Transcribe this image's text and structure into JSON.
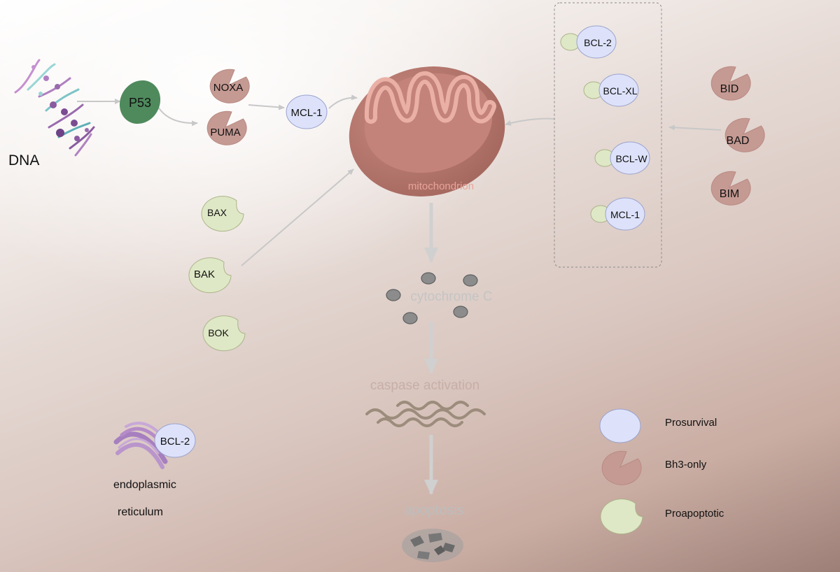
{
  "labels": {
    "dna": "DNA",
    "p53": "P53",
    "noxa": "NOXA",
    "puma": "PUMA",
    "mcl1_left": "MCL-1",
    "mitochondrion": "mitochondrion",
    "bax": "BAX",
    "bak": "BAK",
    "bok": "BOK",
    "cytochrome_c": "cytochrome C",
    "caspase_activation": "caspase activation",
    "apoptosis": "apoptosis",
    "er_bcl2": "BCL-2",
    "er_line1": "endoplasmic",
    "er_line2": "reticulum",
    "complex_bcl2": "BCL-2",
    "complex_bclxl": "BCL-XL",
    "complex_bclw": "BCL-W",
    "complex_mcl1": "MCL-1",
    "bid": "BID",
    "bad": "BAD",
    "bim": "BIM"
  },
  "legend": [
    {
      "label": "Prosurvival",
      "shape": "prosurvival-oval"
    },
    {
      "label": "Bh3-only",
      "shape": "bh3-pacman"
    },
    {
      "label": "Proapoptotic",
      "shape": "proapoptotic-crescent"
    }
  ],
  "colors": {
    "prosurvival_fill": "#dde2fa",
    "bh3_fill": "#c59a93",
    "proapoptotic_fill": "#dfe8c6",
    "p53_fill": "#4f8a5c",
    "mito_outer": "#b97b70",
    "mito_inner": "#e8aaa0",
    "arrow": "#c6c6c6",
    "faded_text": "#bcaea8"
  }
}
